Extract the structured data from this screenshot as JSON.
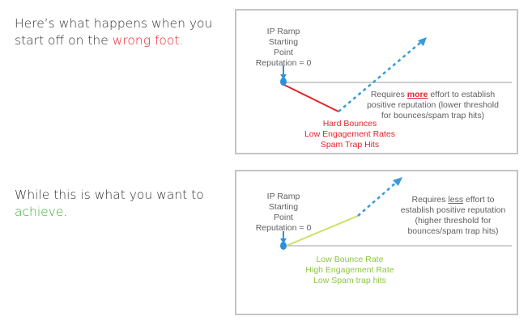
{
  "caption1": {
    "before": "Here’s what happens when you start off on the ",
    "highlight": "wrong foot",
    "after": "."
  },
  "caption2": {
    "before": "While this is what you want to ",
    "highlight": "achieve",
    "after": "."
  },
  "panel1": {
    "start_label": [
      "IP Ramp",
      "Starting",
      "Point",
      "Reputation = 0"
    ],
    "effort": {
      "before": "Requires ",
      "emph": "more",
      "after": " effort to establish positive reputation (lower threshold for bounces/spam trap hits)"
    },
    "factors": [
      "Hard Bounces",
      "Low Engagement Rates",
      "Spam Trap Hits"
    ]
  },
  "panel2": {
    "start_label": [
      "IP Ramp",
      "Starting",
      "Point",
      "Reputation = 0"
    ],
    "effort": {
      "before": "Requires ",
      "emph": "less",
      "after": " effort to establish positive reputation (higher threshold for bounces/spam trap hits)"
    },
    "factors": [
      "Low Bounce Rate",
      "High Engagement Rate",
      "Low Spam trap hits"
    ]
  },
  "colors": {
    "red": "#e8232b",
    "green_caption": "#3aa935",
    "green_line": "#c9e265",
    "blue_dashed": "#3a9ad9",
    "marker": "#2f8fd8"
  }
}
